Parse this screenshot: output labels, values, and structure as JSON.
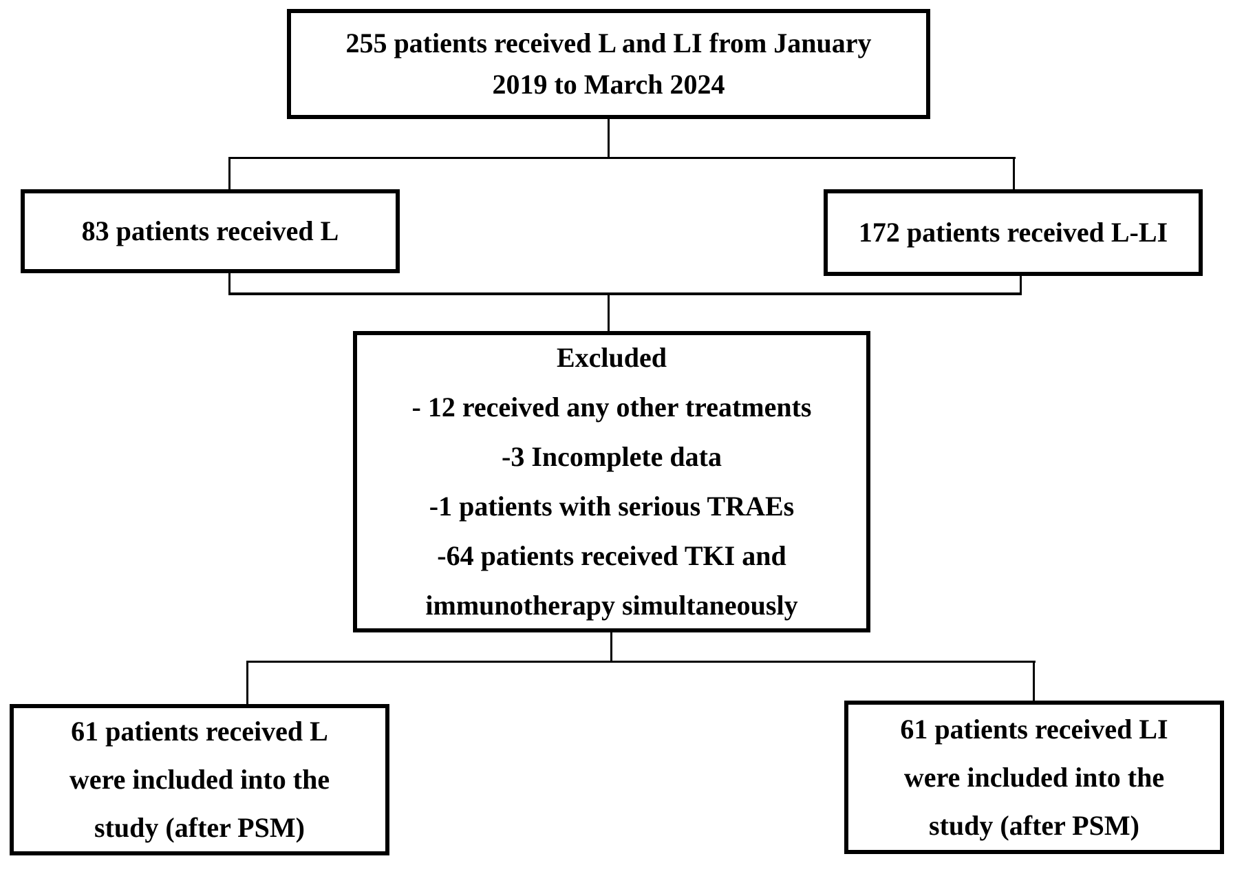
{
  "colors": {
    "background": "#ffffff",
    "box_border": "#000000",
    "text": "#000000",
    "connector": "#000000"
  },
  "boxes": {
    "top": {
      "lines": [
        "255 patients received L and LI from January",
        "2019 to March 2024"
      ]
    },
    "left": {
      "lines": [
        "83 patients received L"
      ]
    },
    "right": {
      "lines": [
        "172 patients received L-LI"
      ]
    },
    "excluded": {
      "lines": [
        "Excluded",
        "- 12 received any other treatments",
        "-3 Incomplete data",
        "-1 patients with serious TRAEs",
        "-64 patients received TKI and",
        "immunotherapy simultaneously"
      ]
    },
    "bottom_left": {
      "lines": [
        "61 patients received L",
        "were included into the",
        "study (after PSM)"
      ]
    },
    "bottom_right": {
      "lines": [
        "61 patients received LI",
        "were included into the",
        "study (after PSM)"
      ]
    }
  }
}
